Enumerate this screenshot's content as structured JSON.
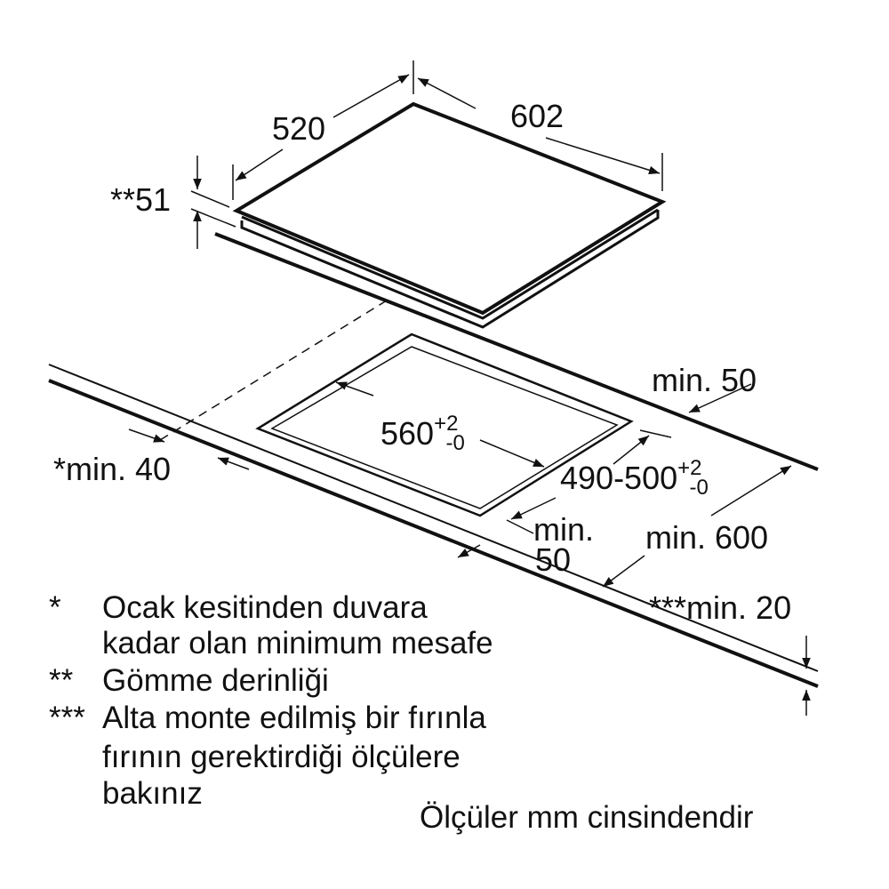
{
  "dimensions": {
    "depth": "520",
    "width": "602",
    "height": "**51",
    "cutout_width": "560",
    "cutout_width_tol_plus": "+2",
    "cutout_width_tol_minus": "-0",
    "cutout_depth": "490-500",
    "cutout_depth_tol_plus": "+2",
    "cutout_depth_tol_minus": "-0",
    "rear_min": "min. 50",
    "wall_min": "*min. 40",
    "front_min_line1": "min.",
    "front_min_line2": "50",
    "worktop_min": "min. 600",
    "worktop_thickness": "***min. 20"
  },
  "notes": [
    {
      "marker": "*",
      "lines": [
        "Ocak kesitinden duvara",
        "kadar olan minimum mesafe"
      ]
    },
    {
      "marker": "**",
      "lines": [
        "Gömme derinliği"
      ]
    },
    {
      "marker": "***",
      "lines": [
        "Alta monte edilmiş bir fırınla",
        "fırının gerektirdiği ölçülere",
        "bakınız"
      ]
    }
  ],
  "units_note": "Ölçüler mm cinsindendir"
}
